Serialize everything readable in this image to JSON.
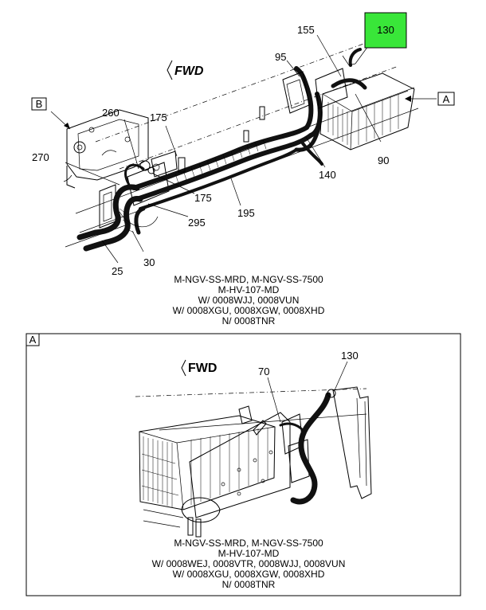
{
  "callouts_main": {
    "c130": "130",
    "c155": "155",
    "c95": "95",
    "cA": "A",
    "c90": "90",
    "c140": "140",
    "c175a": "175",
    "c260": "260",
    "c270": "270",
    "c175b": "175",
    "c195": "195",
    "c295": "295",
    "c25": "25",
    "c30": "30",
    "cB": "B"
  },
  "fwd_main": "FWD",
  "caption_main": [
    "M-NGV-SS-MRD, M-NGV-SS-7500",
    "M-HV-107-MD",
    "W/ 0008WJJ, 0008VUN",
    "W/ 0008XGU, 0008XGW, 0008XHD",
    "N/ 0008TNR"
  ],
  "detail": {
    "label": "A",
    "fwd": "FWD",
    "c70": "70",
    "c130": "130",
    "caption": [
      "M-NGV-SS-MRD, M-NGV-SS-7500",
      "M-HV-107-MD",
      "W/ 0008WEJ, 0008VTR, 0008WJJ, 0008VUN",
      "W/ 0008XGU, 0008XGW, 0008XHD",
      "N/ 0008TNR"
    ]
  },
  "colors": {
    "highlight": "#39e639",
    "line": "#000000"
  }
}
